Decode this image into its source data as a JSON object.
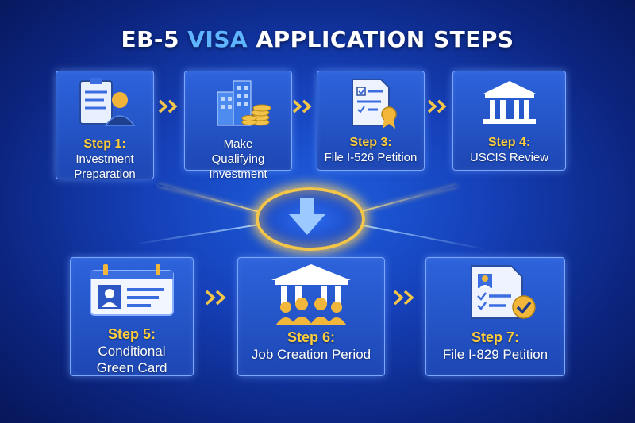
{
  "title": {
    "part1": "EB-5 ",
    "part2": "VISA",
    "part3": " APPLICATION STEPS"
  },
  "steps": [
    {
      "step": "Step 1:",
      "desc": "Investment Preparation",
      "icon": "clipboard-person-icon"
    },
    {
      "step": "",
      "desc": "Make Qualifying Investment",
      "icon": "buildings-coins-icon"
    },
    {
      "step": "Step 3:",
      "desc": "File I-526 Petition",
      "icon": "document-award-icon"
    },
    {
      "step": "Step 4:",
      "desc": "USCIS Review",
      "icon": "government-building-icon"
    },
    {
      "step": "Step 5:",
      "desc": "Conditional Green Card",
      "icon": "id-card-icon"
    },
    {
      "step": "Step 6:",
      "desc": "Job Creation Period",
      "icon": "building-people-icon"
    },
    {
      "step": "Step 7:",
      "desc": "File I-829 Petition",
      "icon": "document-check-icon"
    }
  ],
  "colors": {
    "accent_gold": "#ffce3a",
    "title_accent": "#5fb4ff",
    "card_blue": "#2d63dc"
  }
}
